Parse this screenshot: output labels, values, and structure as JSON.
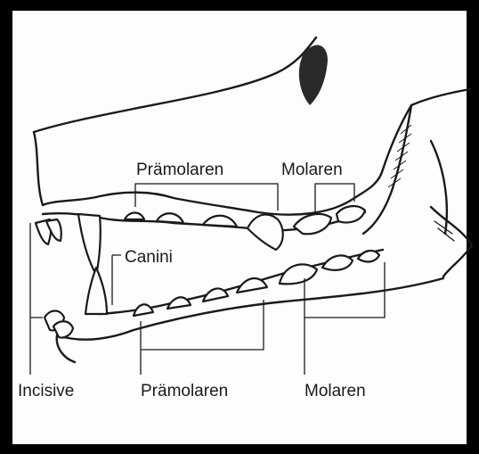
{
  "labels": {
    "top_premolars": "Prämolaren",
    "top_molars": "Molaren",
    "canines": "Canini",
    "bottom_incisors": "Incisive",
    "bottom_premolars": "Prämolaren",
    "bottom_molars": "Molaren"
  }
}
